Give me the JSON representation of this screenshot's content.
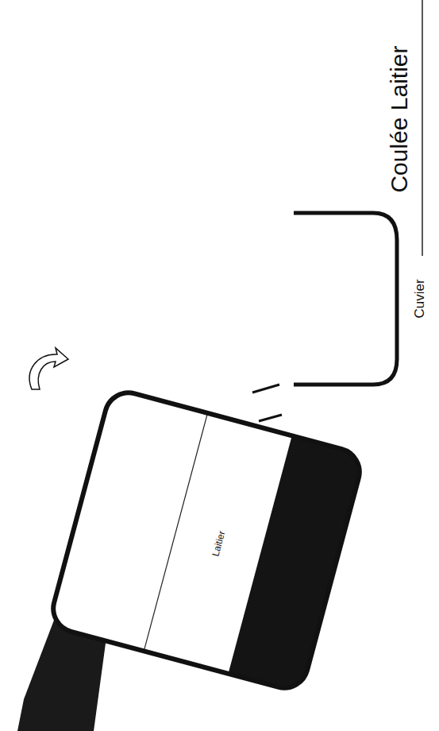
{
  "diagram": {
    "title": "Coulée Laitier",
    "nodes": [
      {
        "text": [
          "Laitier"
        ]
      },
      {
        "text": [
          "Cuvier"
        ]
      }
    ]
  }
}
